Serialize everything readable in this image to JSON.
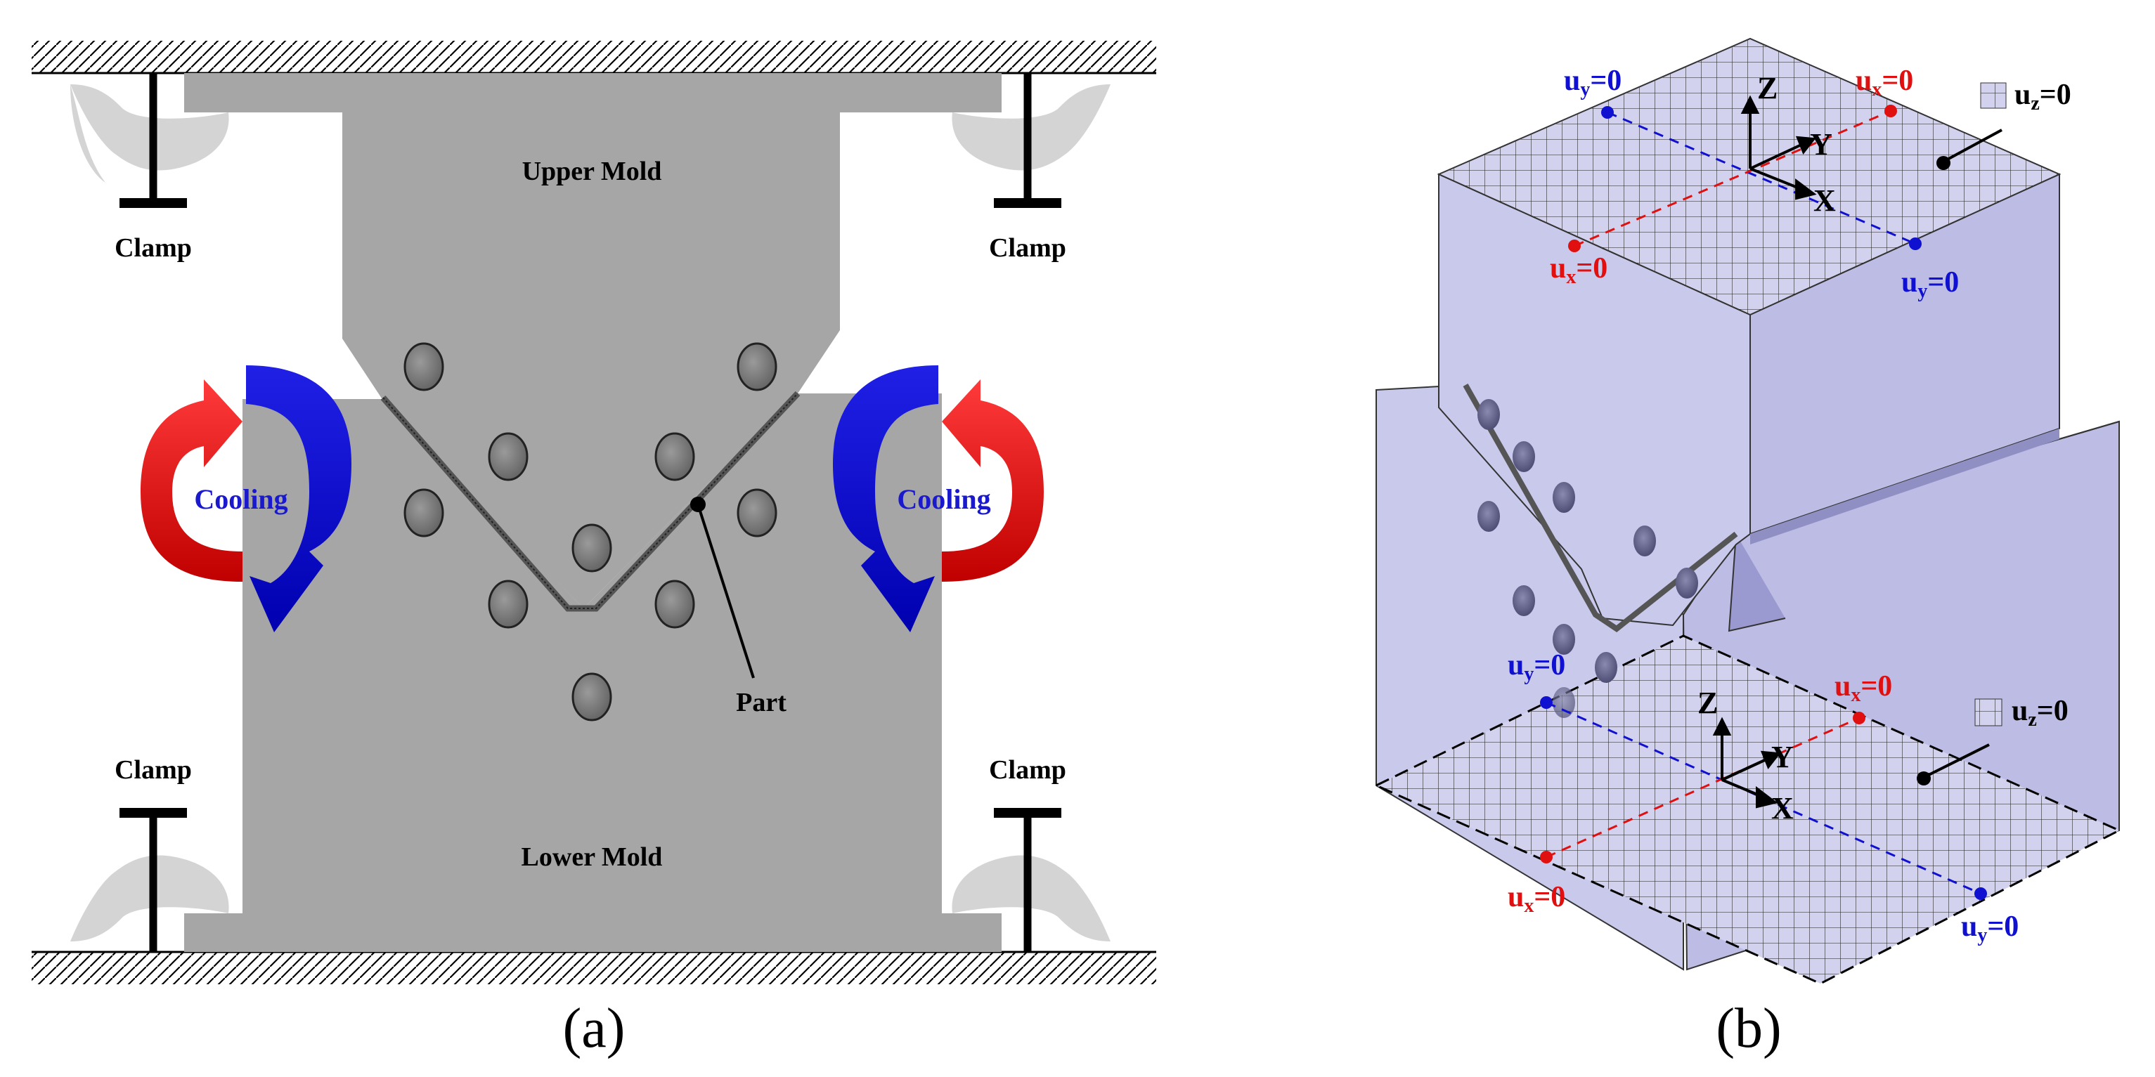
{
  "panel_a": {
    "caption": "(a)",
    "upper_mold": "Upper Mold",
    "lower_mold": "Lower Mold",
    "part": "Part",
    "cooling_left": "Cooling",
    "cooling_right": "Cooling",
    "clamp_top_left": "Clamp",
    "clamp_top_right": "Clamp",
    "clamp_bottom_left": "Clamp",
    "clamp_bottom_right": "Clamp"
  },
  "panel_b": {
    "caption": "(b)",
    "top_face": {
      "ux_a": {
        "var": "u",
        "sub": "x",
        "eq": "=0"
      },
      "ux_b": {
        "var": "u",
        "sub": "x",
        "eq": "=0"
      },
      "uy_a": {
        "var": "u",
        "sub": "y",
        "eq": "=0"
      },
      "uy_b": {
        "var": "u",
        "sub": "y",
        "eq": "=0"
      },
      "uz": {
        "var": "u",
        "sub": "z",
        "eq": "=0"
      },
      "axes": {
        "z": "Z",
        "y": "Y",
        "x": "X"
      }
    },
    "bottom_face": {
      "ux_a": {
        "var": "u",
        "sub": "x",
        "eq": "=0"
      },
      "ux_b": {
        "var": "u",
        "sub": "x",
        "eq": "=0"
      },
      "uy_a": {
        "var": "u",
        "sub": "y",
        "eq": "=0"
      },
      "uy_b": {
        "var": "u",
        "sub": "y",
        "eq": "=0"
      },
      "uz": {
        "var": "u",
        "sub": "z",
        "eq": "=0"
      },
      "axes": {
        "z": "Z",
        "y": "Y",
        "x": "X"
      }
    }
  },
  "colors": {
    "mold_gray": "#a6a6a6",
    "hole_gray": "#7a7a7a",
    "clamp_gray": "#d4d4d4",
    "cooling_text": "#1a1acc",
    "arrow_red": "#e01010",
    "arrow_blue": "#1010d0",
    "block_face": "#cbcbee",
    "block_side": "#b8b8e2",
    "label_red": "#e01010",
    "label_blue": "#1010d0"
  }
}
